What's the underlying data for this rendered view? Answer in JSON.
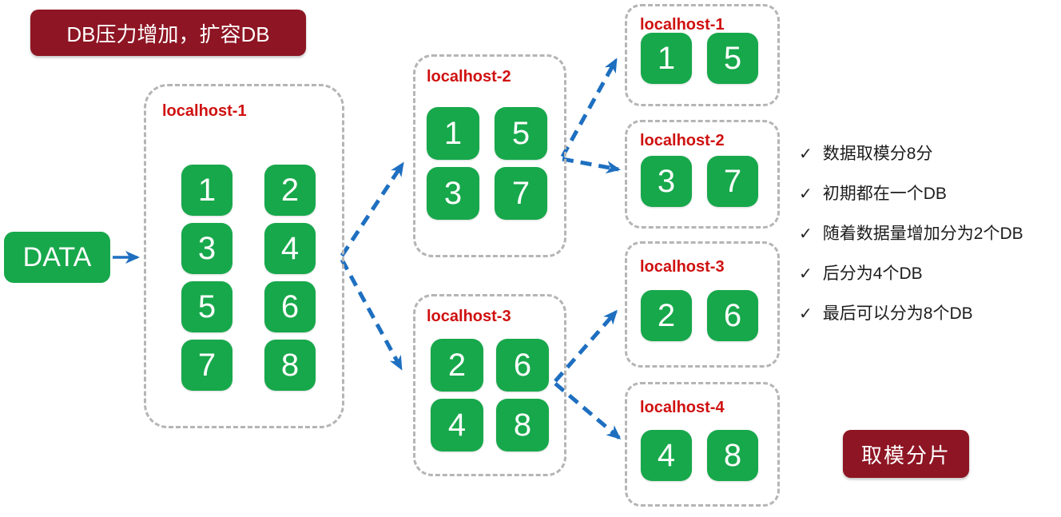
{
  "banners": {
    "top": {
      "label": "DB压力增加，扩容DB"
    },
    "bottom": {
      "label": "取模分片"
    }
  },
  "data_node": {
    "label": "DATA"
  },
  "stage1": {
    "hosts": [
      {
        "name": "localhost-1",
        "shards": [
          "1",
          "2",
          "3",
          "4",
          "5",
          "6",
          "7",
          "8"
        ]
      }
    ]
  },
  "stage2": {
    "hosts": [
      {
        "name": "localhost-2",
        "shards": [
          "1",
          "5",
          "3",
          "7"
        ]
      },
      {
        "name": "localhost-3",
        "shards": [
          "2",
          "6",
          "4",
          "8"
        ]
      }
    ]
  },
  "stage3": {
    "hosts": [
      {
        "name": "localhost-1",
        "shards": [
          "1",
          "5"
        ]
      },
      {
        "name": "localhost-2",
        "shards": [
          "3",
          "7"
        ]
      },
      {
        "name": "localhost-3",
        "shards": [
          "2",
          "6"
        ]
      },
      {
        "name": "localhost-4",
        "shards": [
          "4",
          "8"
        ]
      }
    ]
  },
  "notes": {
    "check_glyph": "✓",
    "items": [
      "数据取模分8分",
      "初期都在一个DB",
      "随着数据量增加分为2个DB",
      "后分为4个DB",
      "最后可以分为8个DB"
    ]
  },
  "colors": {
    "shard_green": "#17a84b",
    "host_label_red": "#cf1110",
    "banner_maroon": "#8e1523",
    "arrow_blue": "#1e6fc0",
    "dashed_border_gray": "#b5b5b5"
  }
}
